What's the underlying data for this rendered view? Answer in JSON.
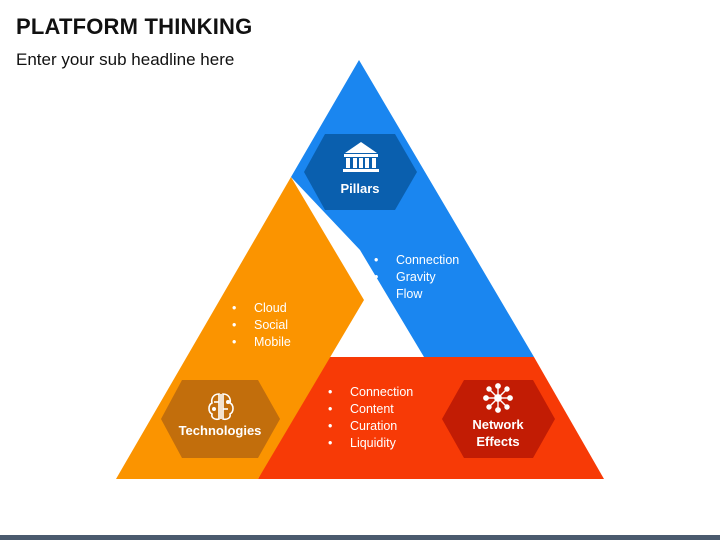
{
  "header": {
    "title": "PLATFORM THINKING",
    "subtitle": "Enter your sub headline here"
  },
  "colors": {
    "pillars": "#1a86f0",
    "pillars_hex": "#0a5fae",
    "technologies": "#fb9400",
    "technologies_hex": "#c26e0c",
    "network": "#f73a06",
    "network_hex": "#c21c04",
    "bottom_bar": "#4a5a6e"
  },
  "segments": {
    "pillars": {
      "label": "Pillars",
      "icon": "pillars-building-icon",
      "bullets": [
        "Connection",
        "Gravity",
        "Flow"
      ]
    },
    "technologies": {
      "label": "Technologies",
      "icon": "brain-circuit-icon",
      "bullets": [
        "Cloud",
        "Social",
        "Mobile"
      ]
    },
    "network_effects": {
      "label_line1": "Network",
      "label_line2": "Effects",
      "icon": "network-nodes-icon",
      "bullets": [
        "Connection",
        "Content",
        "Curation",
        "Liquidity"
      ]
    }
  }
}
